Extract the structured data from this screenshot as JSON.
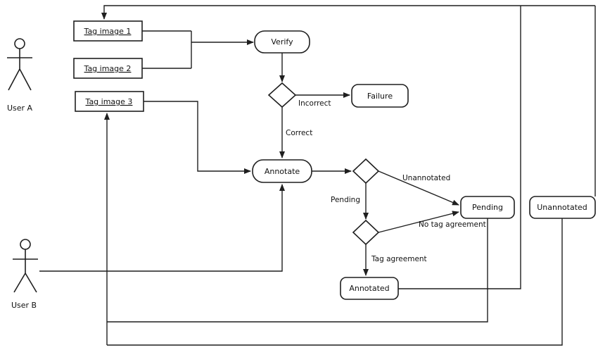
{
  "diagram": {
    "actors": {
      "user_a": "User A",
      "user_b": "User B"
    },
    "tasks": {
      "tag1": "Tag image 1",
      "tag2": "Tag image 2",
      "tag3": "Tag image 3"
    },
    "nodes": {
      "verify": "Verify",
      "failure": "Failure",
      "annotate": "Annotate",
      "pending": "Pending",
      "annotated": "Annotated",
      "unannotated": "Unannotated"
    },
    "edge_labels": {
      "incorrect": "Incorrect",
      "correct": "Correct",
      "unannotated": "Unannotated",
      "pending": "Pending",
      "no_tag_agreement": "No tag agreement",
      "tag_agreement": "Tag agreement"
    },
    "colors": {
      "stroke": "#1f1f1f",
      "fill": "#ffffff"
    }
  }
}
